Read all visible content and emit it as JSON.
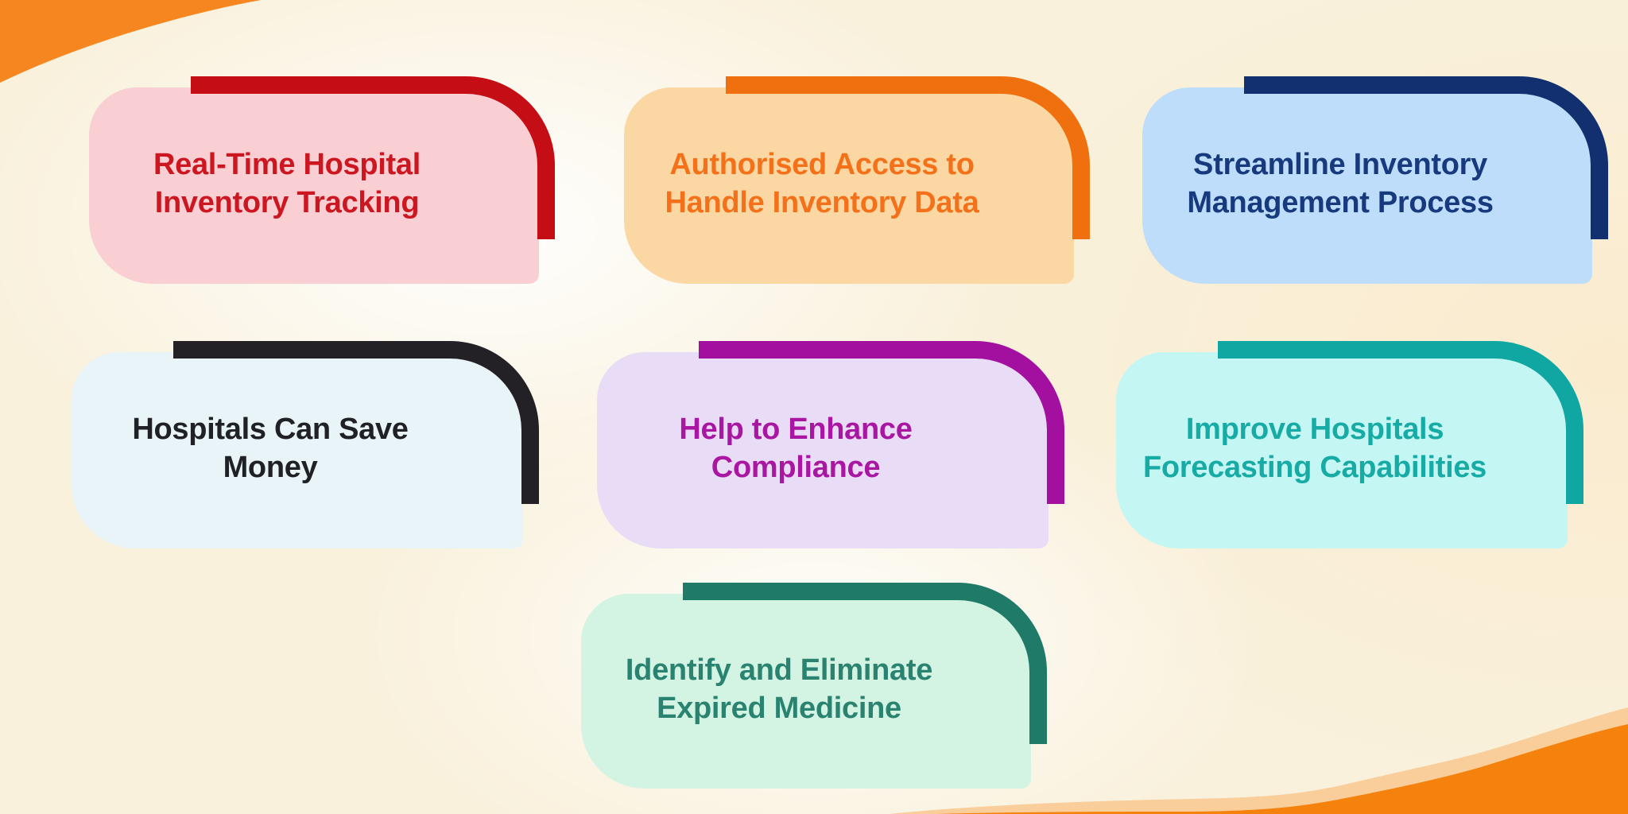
{
  "cards": [
    {
      "id": "real-time-tracking",
      "line1": "Real-Time Hospital",
      "line2": "Inventory Tracking",
      "text_color": "#CC1620",
      "accent_color": "#C40D14",
      "bg_color": "#FACFD3"
    },
    {
      "id": "authorised-access",
      "line1": "Authorised Access to",
      "line2": "Handle Inventory Data",
      "text_color": "#F4711A",
      "accent_color": "#F07010",
      "bg_color": "#FBD8A3"
    },
    {
      "id": "streamline-inventory",
      "line1": "Streamline Inventory",
      "line2": "Management Process",
      "text_color": "#163A7D",
      "accent_color": "#122F6F",
      "bg_color": "#BEDDFB"
    },
    {
      "id": "save-money",
      "line1": "Hospitals Can Save",
      "line2": "Money",
      "text_color": "#202127",
      "accent_color": "#242126",
      "bg_color": "#E9F4F9"
    },
    {
      "id": "enhance-compliance",
      "line1": "Help to Enhance",
      "line2": "Compliance",
      "text_color": "#A916A2",
      "accent_color": "#A310A0",
      "bg_color": "#E9DCF7"
    },
    {
      "id": "forecasting-capabilities",
      "line1": "Improve Hospitals",
      "line2": "Forecasting Capabilities",
      "text_color": "#16ABA5",
      "accent_color": "#10A7A2",
      "bg_color": "#C4F7F4"
    },
    {
      "id": "expired-medicine",
      "line1": "Identify and Eliminate",
      "line2": "Expired Medicine",
      "text_color": "#2A8370",
      "accent_color": "#1F7A67",
      "bg_color": "#D3F4E3"
    }
  ],
  "decorations": {
    "top_left_corner_orange": "#F6861F",
    "bottom_right_wave_orange": "#F5820D",
    "bottom_right_wave_peach": "#F9CE9B",
    "background_cream": "#F9F1DC"
  }
}
